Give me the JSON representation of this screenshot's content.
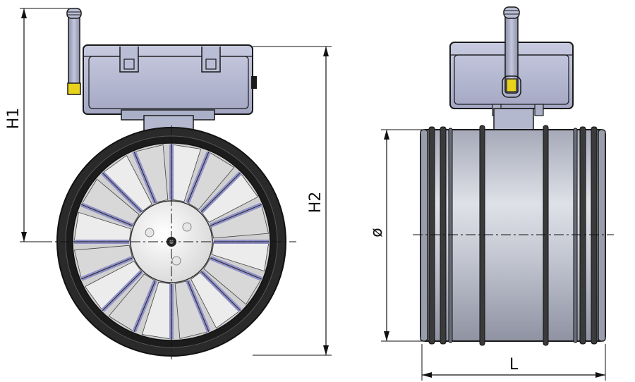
{
  "dimensions": {
    "h1": "H1",
    "h2": "H2",
    "diameter": "ø",
    "length": "L"
  },
  "colors": {
    "housing": "#b9bdd6",
    "housing_dark": "#8e92ad",
    "outline": "#1a1a1a",
    "rubber": "#2a2a2a",
    "blade": "#e2e2e2",
    "blade_edge": "#8f90c8",
    "hub": "#f1f1f1",
    "tube": "#c9ccd6",
    "tube_dark": "#8f93a3",
    "antenna_tip": "#e8d21c",
    "dim_line": "#111111"
  }
}
